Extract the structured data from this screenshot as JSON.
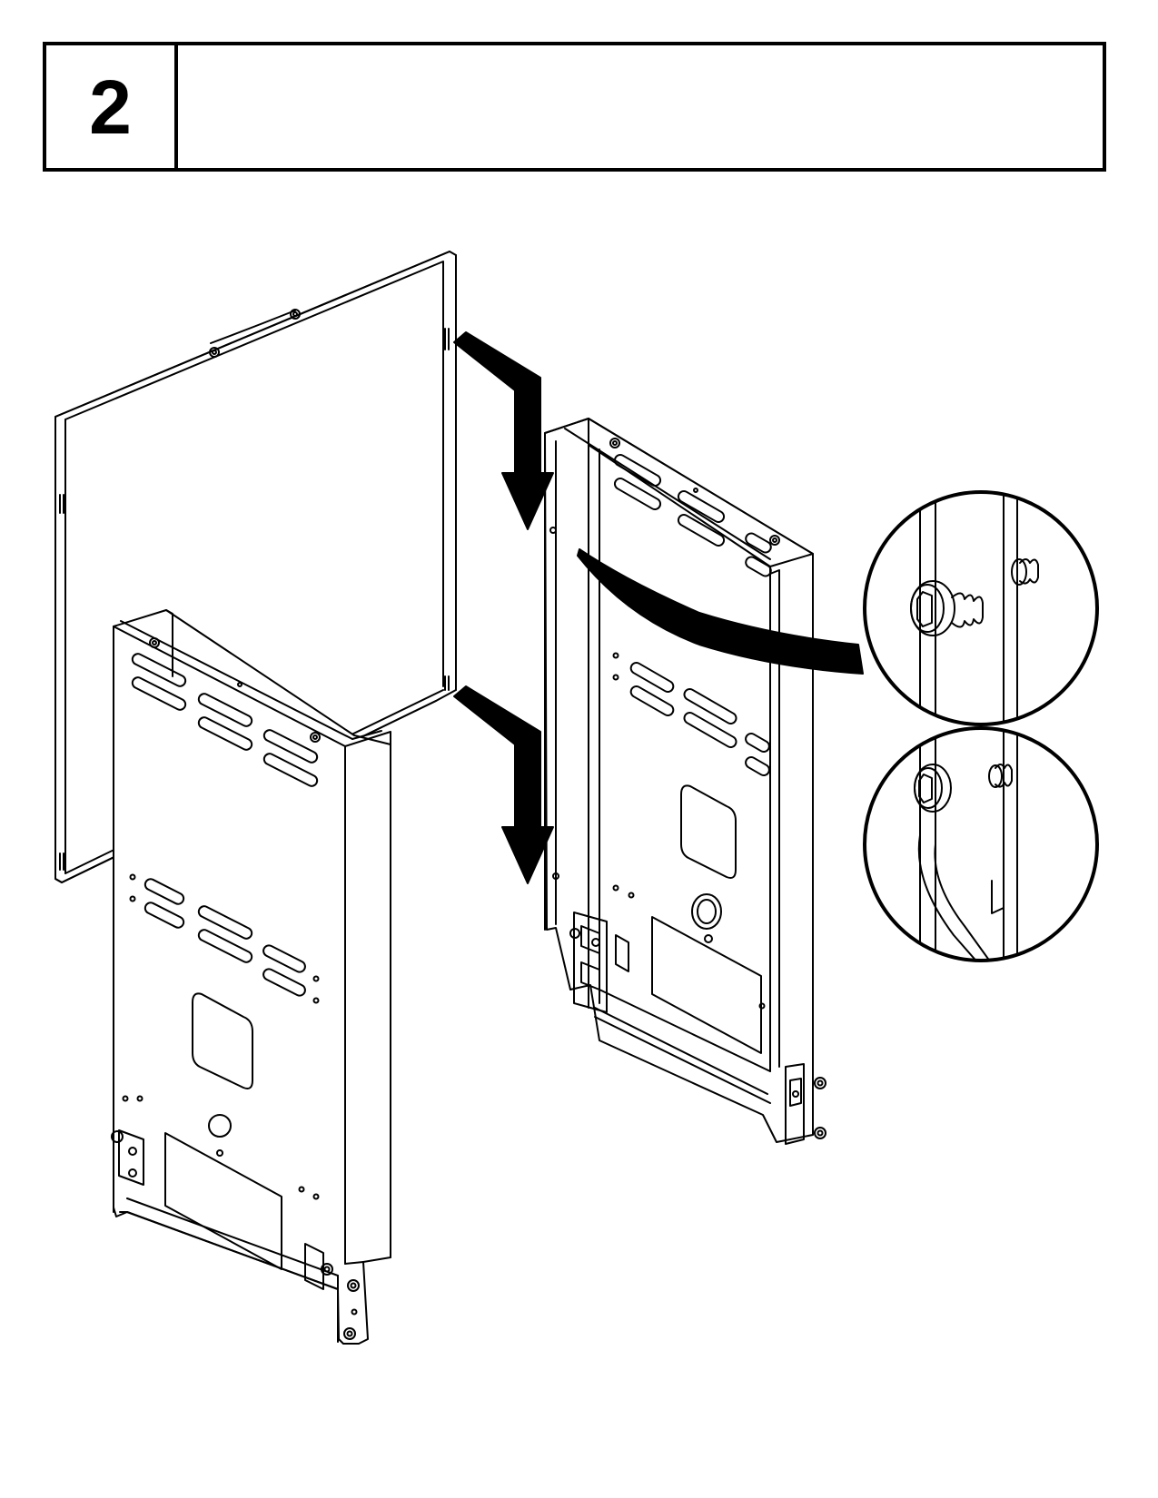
{
  "step": {
    "number": "2"
  },
  "icons": {
    "top_arrow": "arrow-down-icon",
    "bottom_arrow": "arrow-down-icon",
    "detail_upper": "screw-detail",
    "detail_lower": "screw-seated-detail"
  }
}
